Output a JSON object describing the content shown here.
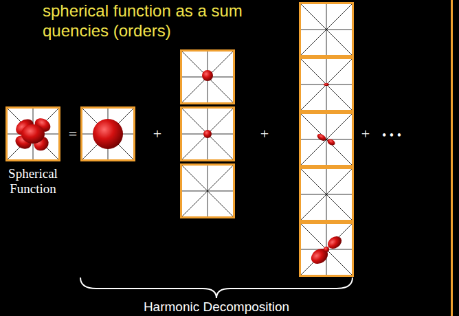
{
  "diagram": {
    "labels": [
      "spherical function as a sum",
      "quencies (orders)",
      "=",
      "+",
      "+",
      "+",
      "• • •",
      "Spherical Function",
      "Harmonic Decomposition"
    ]
  }
}
